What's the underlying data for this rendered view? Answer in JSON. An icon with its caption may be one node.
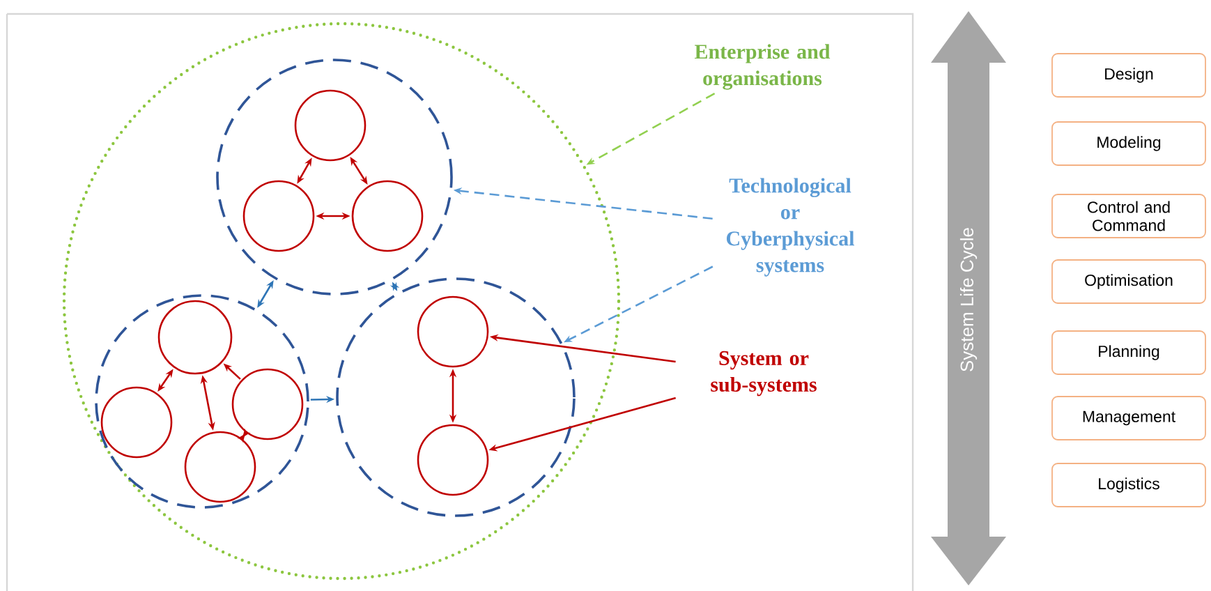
{
  "diagram": {
    "nodes": [
      {
        "text": [],
        "shape": "circle"
      },
      {
        "text": [],
        "shape": "circle",
        "in": 0
      },
      {
        "text": [],
        "shape": "circle",
        "in": 1
      },
      {
        "text": [],
        "shape": "circle",
        "in": 1
      },
      {
        "text": [],
        "shape": "circle",
        "in": 1
      },
      {
        "text": [],
        "shape": "circle",
        "in": 0
      },
      {
        "text": [],
        "shape": "circle",
        "in": 5
      },
      {
        "text": [],
        "shape": "circle",
        "in": 5
      },
      {
        "text": [],
        "shape": "circle",
        "in": 5
      },
      {
        "text": [],
        "shape": "circle",
        "in": 5
      },
      {
        "text": [],
        "shape": "circle",
        "in": 0
      },
      {
        "text": [],
        "shape": "circle",
        "in": 10
      },
      {
        "text": [],
        "shape": "circle",
        "in": 10
      },
      {
        "text": [
          "Enterprise and organisations"
        ]
      },
      {
        "text": [
          "Technological or Cyberphysical systems"
        ]
      },
      {
        "text": [
          "System or sub-systems"
        ]
      },
      {
        "text": [
          "System Life  Cycle"
        ]
      },
      {
        "text": [
          "Design"
        ]
      },
      {
        "text": [
          "Modeling"
        ]
      },
      {
        "text": [
          "Control and Command"
        ]
      },
      {
        "text": [
          "Optimisation"
        ]
      },
      {
        "text": [
          "Planning"
        ]
      },
      {
        "text": [
          "Management"
        ]
      },
      {
        "text": [
          "Logistics"
        ]
      }
    ],
    "edges": [
      {
        "from": 2,
        "to": 3,
        "arrow": "both"
      },
      {
        "from": 2,
        "to": 4,
        "arrow": "both"
      },
      {
        "from": 3,
        "to": 4,
        "arrow": "both"
      },
      {
        "from": 6,
        "to": 7,
        "arrow": "both"
      },
      {
        "from": 6,
        "to": 9,
        "arrow": "both"
      },
      {
        "from": 8,
        "to": 6,
        "arrow": "to"
      },
      {
        "from": 9,
        "to": 8,
        "arrow": "both"
      },
      {
        "from": 11,
        "to": 12,
        "arrow": "both"
      },
      {
        "from": 1,
        "to": 5,
        "arrow": "both",
        "color": "#2e75b6"
      },
      {
        "from": 1,
        "to": 10,
        "arrow": "both",
        "color": "#2e75b6"
      },
      {
        "from": 5,
        "to": 10,
        "arrow": "to",
        "color": "#2e75b6"
      },
      {
        "from": 13,
        "to": 0,
        "arrow": "to",
        "style": "dashed",
        "color": "#92d050"
      },
      {
        "from": 14,
        "to": 1,
        "arrow": "to",
        "style": "dashed",
        "color": "#5b9bd5"
      },
      {
        "from": 14,
        "to": 10,
        "arrow": "to",
        "style": "dashed",
        "color": "#5b9bd5"
      },
      {
        "from": 15,
        "to": 11,
        "arrow": "to"
      },
      {
        "from": 15,
        "to": 12,
        "arrow": "to"
      }
    ]
  }
}
